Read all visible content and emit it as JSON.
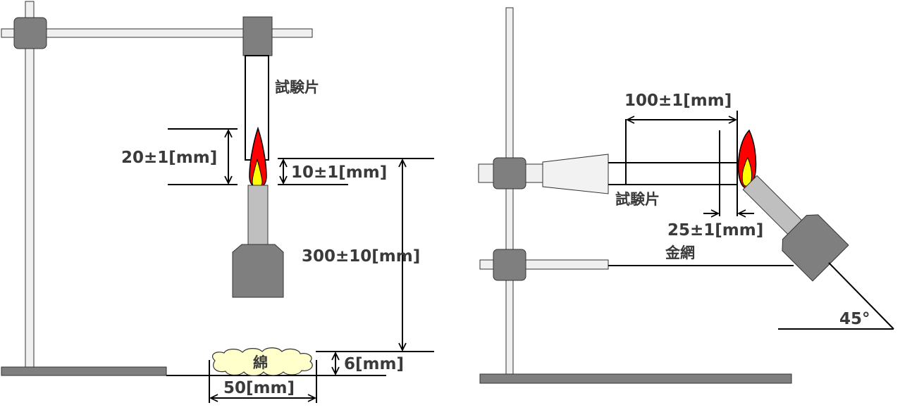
{
  "left_figure": {
    "specimen_label": "試験片",
    "flame_height_label": "20±1[mm]",
    "specimen_gap_label": "10±1[mm]",
    "drop_height_label": "300±10[mm]",
    "cotton_label": "綿",
    "cotton_thickness_label": "6[mm]",
    "cotton_width_label": "50[mm]"
  },
  "right_figure": {
    "length_label": "100±1[mm]",
    "specimen_label": "試験片",
    "flame_point_label": "25±1[mm]",
    "gauze_label": "金網",
    "angle_label": "45°"
  },
  "colors": {
    "clamp": "#7f7f7f",
    "rod": "#f0f0f0",
    "base": "#7f7f7f",
    "burner_tube": "#bfbfbf",
    "flame_outer": "#ff0000",
    "flame_inner": "#ffff00",
    "cotton": "#ffffcc"
  }
}
